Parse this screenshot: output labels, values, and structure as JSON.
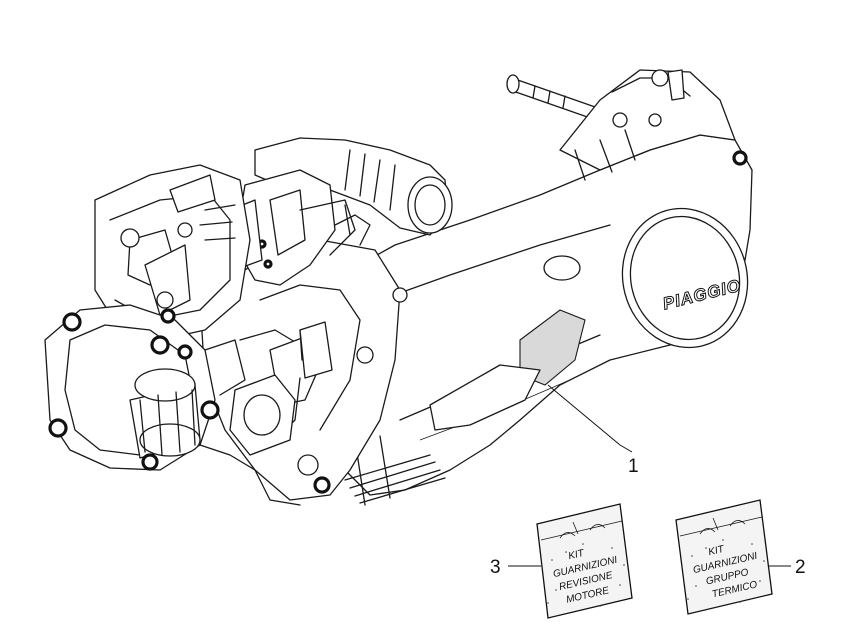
{
  "diagram": {
    "brand_logo": "PIAGGIO",
    "callouts": [
      {
        "id": "1",
        "label": "1"
      },
      {
        "id": "2",
        "label": "2"
      },
      {
        "id": "3",
        "label": "3"
      }
    ],
    "kit_revision": {
      "lines": [
        "KIT",
        "GUARNIZIONI",
        "REVISIONE",
        "MOTORE"
      ]
    },
    "kit_thermal": {
      "lines": [
        "KIT",
        "GUARNIZIONI",
        "GRUPPO",
        "TERMICO"
      ]
    }
  }
}
